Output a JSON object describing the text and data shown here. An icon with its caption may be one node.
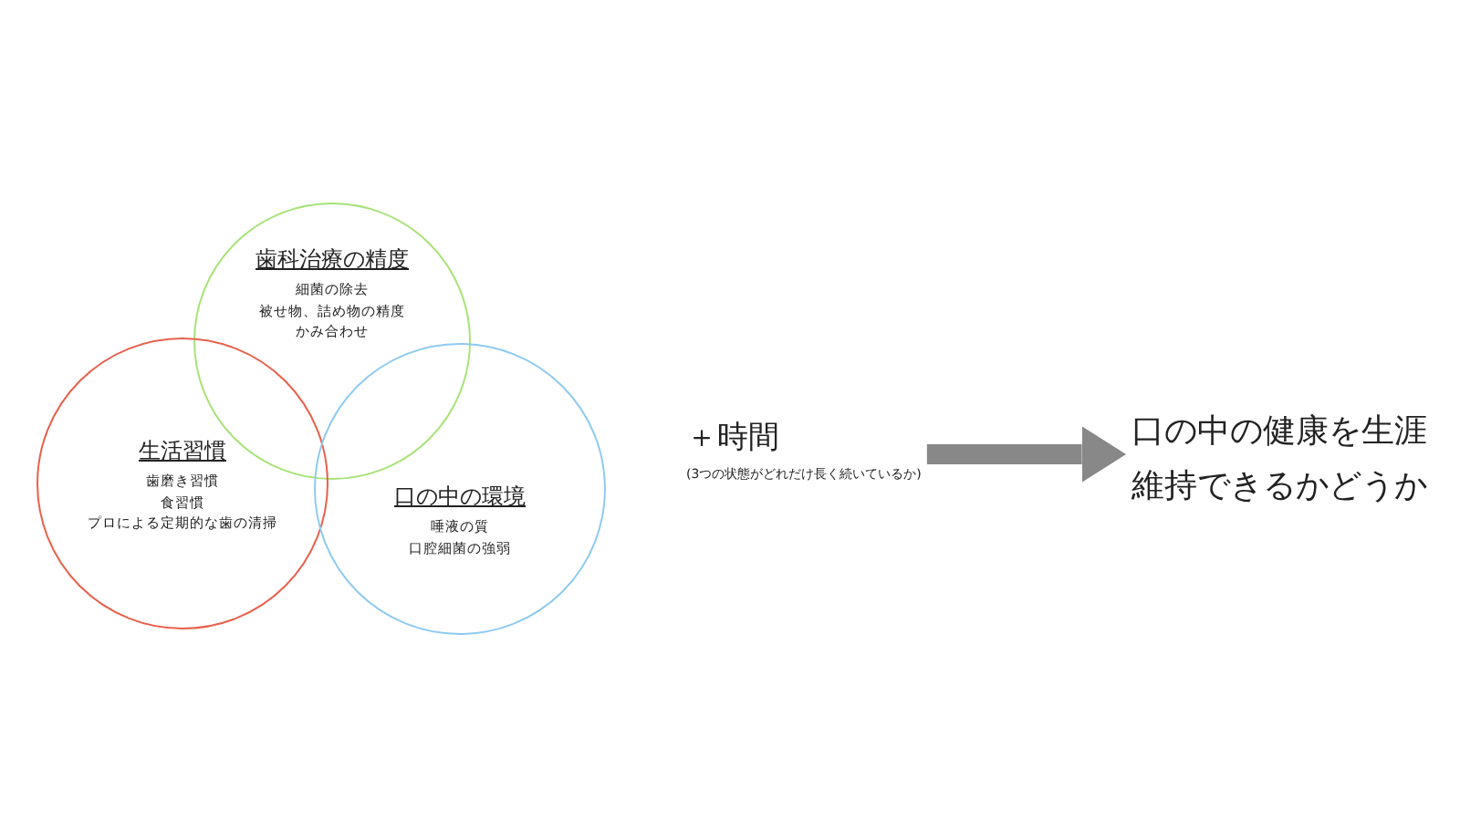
{
  "diagram": {
    "nodes": [
      {
        "text": [
          "歯科治療の精度",
          "細菌の除去",
          "被せ物、詰め物の精度",
          "かみ合わせ"
        ]
      },
      {
        "text": [
          "生活習慣",
          "歯磨き習慣",
          "食習慣",
          "プロによる定期的な歯の清掃"
        ]
      },
      {
        "text": [
          "口の中の環境",
          "唾液の質",
          "口腔細菌の強弱"
        ]
      },
      {
        "text": [
          "＋時間",
          "(3つの状態がどれだけ長く続いているか)"
        ]
      },
      {
        "text": [
          "口の中の健康を生涯維持できるかどうか"
        ]
      }
    ],
    "edges": [
      {
        "from": 3,
        "to": 4,
        "arrow": "to",
        "color": "#888888"
      }
    ]
  }
}
